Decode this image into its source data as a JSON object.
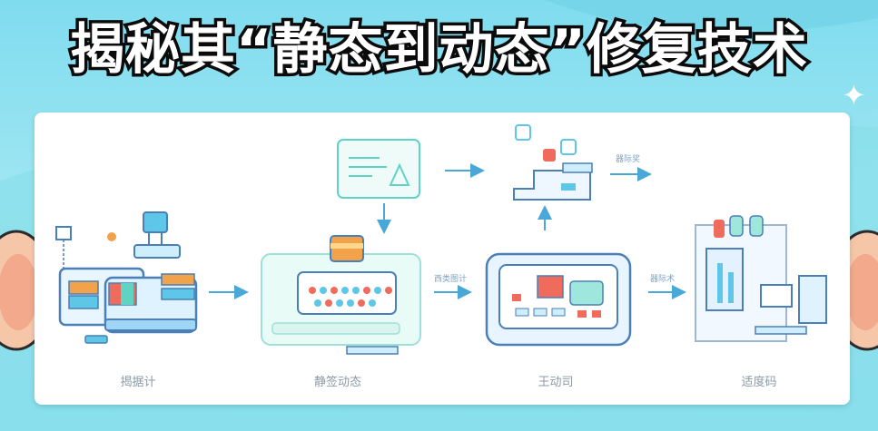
{
  "title": "揭秘其“静态到动态”修复技术",
  "stages": [
    {
      "label": "揭据计"
    },
    {
      "label": "静签动态"
    },
    {
      "label": "王动司"
    },
    {
      "label": "适度码"
    }
  ],
  "arrow_labels": {
    "top_right": "器际奖",
    "mid_1": "西类图计",
    "mid_3": "器际术"
  },
  "colors": {
    "accent_blue": "#3fa7e0",
    "accent_teal": "#5fd3c4",
    "accent_orange": "#f2a24a",
    "accent_red": "#ef6b5b",
    "outline": "#4a7fb8"
  }
}
